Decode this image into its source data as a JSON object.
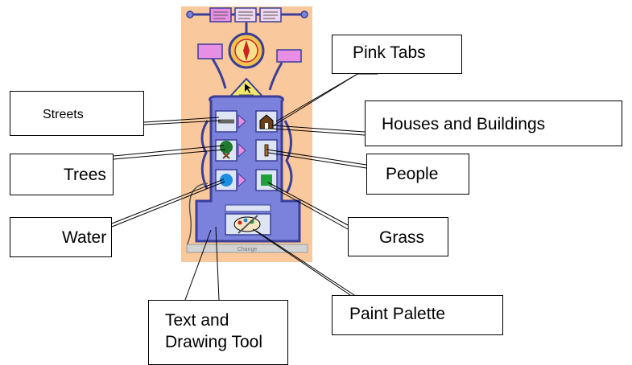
{
  "callouts": {
    "pink_tabs": "Pink Tabs",
    "streets": "Streets",
    "houses": "Houses and Buildings",
    "trees": "Trees",
    "people": "People",
    "water": "Water",
    "grass": "Grass",
    "text_tool_line1": "Text and",
    "text_tool_line2": "Drawing Tool",
    "paint_palette": "Paint Palette"
  },
  "toolbar": {
    "change_label": "Change"
  },
  "colors": {
    "panel_background": "#f9c99d",
    "robot_body": "#7a82dc",
    "robot_outline": "#3b3f9a",
    "pink_tab": "#e98ee5",
    "select_hat": "#f3e86a",
    "tool_tile": "#dde4f4",
    "tree_green": "#1f7a2e",
    "grass_green": "#1fa13a",
    "water_blue": "#1a8ee0",
    "base_gray": "#d2d2d2"
  },
  "icons": [
    "compass-icon",
    "house-icon",
    "street-icon",
    "tree-icon",
    "person-icon",
    "water-icon",
    "grass-icon",
    "paint-palette-icon",
    "arrow-icon"
  ]
}
